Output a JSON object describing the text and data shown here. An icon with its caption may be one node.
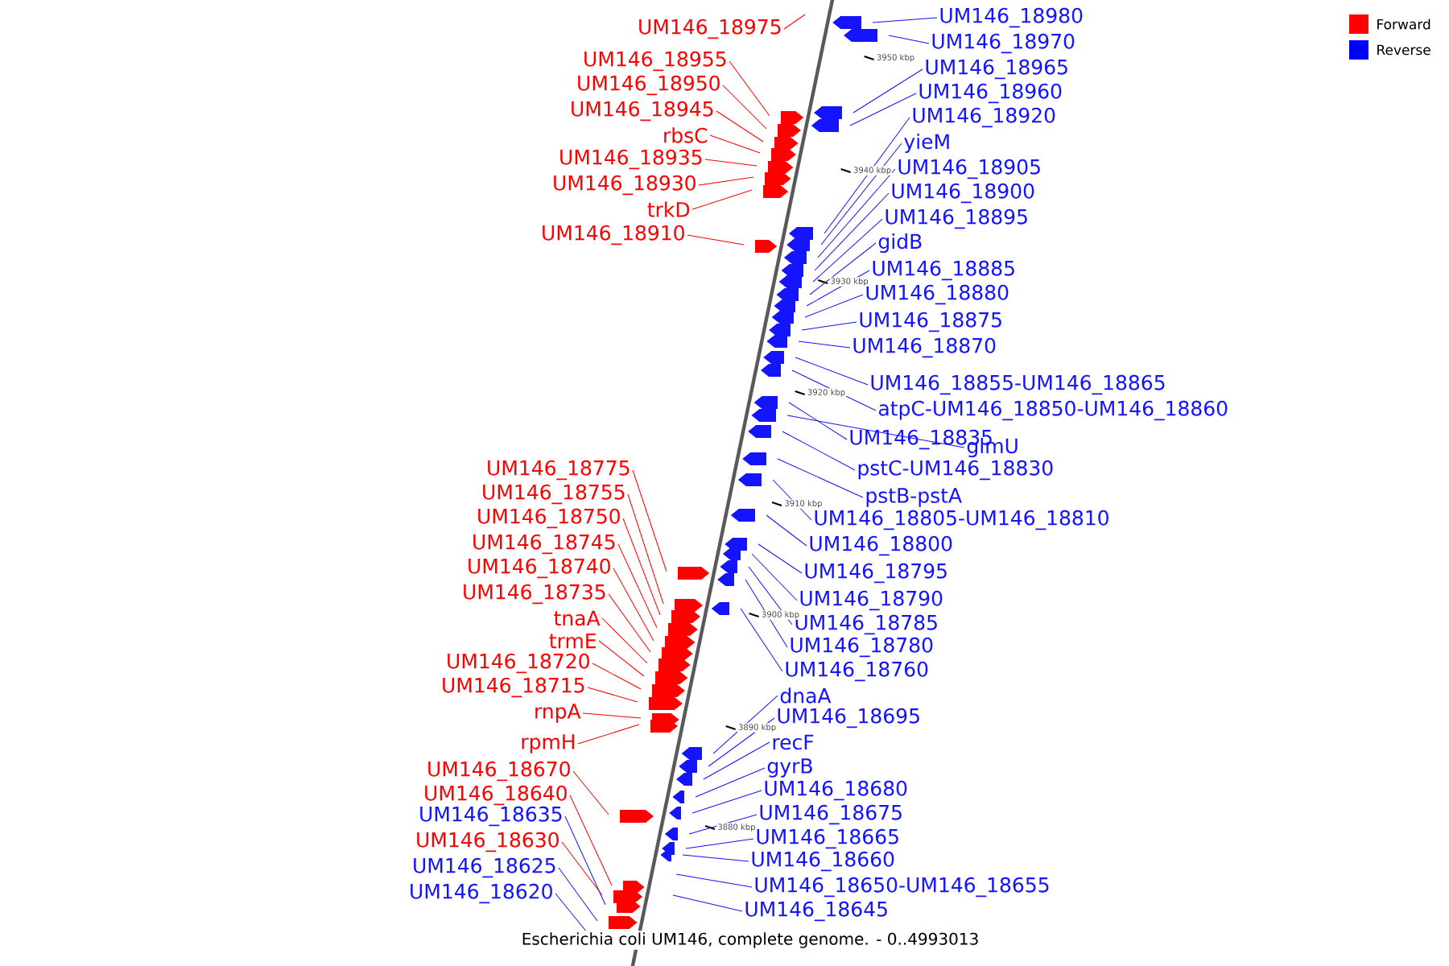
{
  "diagram": {
    "caption": "Escherichia coli UM146, complete genome. - 0..4993013",
    "nodes": [
      {
        "text": [
          "UM146_18975"
        ]
      },
      {
        "text": [
          "UM146_18955"
        ]
      },
      {
        "text": [
          "UM146_18950"
        ]
      },
      {
        "text": [
          "UM146_18945"
        ]
      },
      {
        "text": [
          "rbsC"
        ]
      },
      {
        "text": [
          "UM146_18935"
        ]
      },
      {
        "text": [
          "UM146_18930"
        ]
      },
      {
        "text": [
          "trkD"
        ]
      },
      {
        "text": [
          "UM146_18910"
        ]
      },
      {
        "text": [
          "UM146_18775"
        ]
      },
      {
        "text": [
          "UM146_18755"
        ]
      },
      {
        "text": [
          "UM146_18750"
        ]
      },
      {
        "text": [
          "UM146_18745"
        ]
      },
      {
        "text": [
          "UM146_18740"
        ]
      },
      {
        "text": [
          "UM146_18735"
        ]
      },
      {
        "text": [
          "tnaA"
        ]
      },
      {
        "text": [
          "trmE"
        ]
      },
      {
        "text": [
          "UM146_18720"
        ]
      },
      {
        "text": [
          "UM146_18715"
        ]
      },
      {
        "text": [
          "rnpA"
        ]
      },
      {
        "text": [
          "rpmH"
        ]
      },
      {
        "text": [
          "UM146_18670"
        ]
      },
      {
        "text": [
          "UM146_18640"
        ]
      },
      {
        "text": [
          "UM146_18635"
        ]
      },
      {
        "text": [
          "UM146_18630"
        ]
      },
      {
        "text": [
          "UM146_18625"
        ]
      },
      {
        "text": [
          "UM146_18620"
        ]
      },
      {
        "text": [
          "UM146_18980"
        ]
      },
      {
        "text": [
          "UM146_18970"
        ]
      },
      {
        "text": [
          "UM146_18965"
        ]
      },
      {
        "text": [
          "UM146_18960"
        ]
      },
      {
        "text": [
          "UM146_18920"
        ]
      },
      {
        "text": [
          "yieM"
        ]
      },
      {
        "text": [
          "UM146_18905"
        ]
      },
      {
        "text": [
          "UM146_18900"
        ]
      },
      {
        "text": [
          "UM146_18895"
        ]
      },
      {
        "text": [
          "gidB"
        ]
      },
      {
        "text": [
          "UM146_18885"
        ]
      },
      {
        "text": [
          "UM146_18880"
        ]
      },
      {
        "text": [
          "UM146_18875"
        ]
      },
      {
        "text": [
          "UM146_18870"
        ]
      },
      {
        "text": [
          "UM146_18855-UM146_18865"
        ]
      },
      {
        "text": [
          "atpC-UM146_18850-UM146_18860"
        ]
      },
      {
        "text": [
          "UM146_18835"
        ]
      },
      {
        "text": [
          "glmU"
        ]
      },
      {
        "text": [
          "pstC-UM146_18830"
        ]
      },
      {
        "text": [
          "pstB-pstA"
        ]
      },
      {
        "text": [
          "UM146_18805-UM146_18810"
        ]
      },
      {
        "text": [
          "UM146_18800"
        ]
      },
      {
        "text": [
          "UM146_18795"
        ]
      },
      {
        "text": [
          "UM146_18790"
        ]
      },
      {
        "text": [
          "UM146_18785"
        ]
      },
      {
        "text": [
          "UM146_18780"
        ]
      },
      {
        "text": [
          "UM146_18760"
        ]
      },
      {
        "text": [
          "dnaA"
        ]
      },
      {
        "text": [
          "UM146_18695"
        ]
      },
      {
        "text": [
          "recF"
        ]
      },
      {
        "text": [
          "gyrB"
        ]
      },
      {
        "text": [
          "UM146_18680"
        ]
      },
      {
        "text": [
          "UM146_18675"
        ]
      },
      {
        "text": [
          "UM146_18665"
        ]
      },
      {
        "text": [
          "UM146_18660"
        ]
      },
      {
        "text": [
          "UM146_18650-UM146_18655"
        ]
      },
      {
        "text": [
          "UM146_18645"
        ]
      }
    ],
    "edges": [
      {
        "from": 0,
        "to": null,
        "arrow": "none",
        "color": "#ff0000"
      },
      {
        "from": 1,
        "to": null,
        "arrow": "none",
        "color": "#ff0000"
      },
      {
        "from": 2,
        "to": null,
        "arrow": "none",
        "color": "#ff0000"
      },
      {
        "from": 3,
        "to": null,
        "arrow": "none",
        "color": "#ff0000"
      },
      {
        "from": 4,
        "to": null,
        "arrow": "none",
        "color": "#ff0000"
      },
      {
        "from": 5,
        "to": null,
        "arrow": "none",
        "color": "#ff0000"
      },
      {
        "from": 6,
        "to": null,
        "arrow": "none",
        "color": "#ff0000"
      },
      {
        "from": 7,
        "to": null,
        "arrow": "none",
        "color": "#ff0000"
      },
      {
        "from": 8,
        "to": null,
        "arrow": "none",
        "color": "#ff0000"
      },
      {
        "from": 9,
        "to": null,
        "arrow": "none",
        "color": "#ff0000"
      },
      {
        "from": 10,
        "to": null,
        "arrow": "none",
        "color": "#ff0000"
      },
      {
        "from": 11,
        "to": null,
        "arrow": "none",
        "color": "#ff0000"
      },
      {
        "from": 12,
        "to": null,
        "arrow": "none",
        "color": "#ff0000"
      },
      {
        "from": 13,
        "to": null,
        "arrow": "none",
        "color": "#ff0000"
      },
      {
        "from": 14,
        "to": null,
        "arrow": "none",
        "color": "#ff0000"
      },
      {
        "from": 15,
        "to": null,
        "arrow": "none",
        "color": "#ff0000"
      },
      {
        "from": 16,
        "to": null,
        "arrow": "none",
        "color": "#ff0000"
      },
      {
        "from": 17,
        "to": null,
        "arrow": "none",
        "color": "#ff0000"
      },
      {
        "from": 18,
        "to": null,
        "arrow": "none",
        "color": "#ff0000"
      },
      {
        "from": 19,
        "to": null,
        "arrow": "none",
        "color": "#ff0000"
      },
      {
        "from": 20,
        "to": null,
        "arrow": "none",
        "color": "#ff0000"
      },
      {
        "from": 21,
        "to": null,
        "arrow": "none",
        "color": "#ff0000"
      },
      {
        "from": 22,
        "to": null,
        "arrow": "none",
        "color": "#ff0000"
      },
      {
        "from": 23,
        "to": null,
        "arrow": "none"
      },
      {
        "from": 24,
        "to": null,
        "arrow": "none",
        "color": "#ff0000"
      },
      {
        "from": 25,
        "to": null,
        "arrow": "none"
      },
      {
        "from": 26,
        "to": null,
        "arrow": "none"
      },
      {
        "from": 27,
        "to": null,
        "arrow": "none"
      },
      {
        "from": 28,
        "to": null,
        "arrow": "none"
      },
      {
        "from": 29,
        "to": null,
        "arrow": "none"
      },
      {
        "from": 30,
        "to": null,
        "arrow": "none"
      },
      {
        "from": 31,
        "to": null,
        "arrow": "none"
      },
      {
        "from": 32,
        "to": null,
        "arrow": "none"
      },
      {
        "from": 33,
        "to": null,
        "arrow": "none"
      },
      {
        "from": 34,
        "to": null,
        "arrow": "none"
      },
      {
        "from": 35,
        "to": null,
        "arrow": "none"
      },
      {
        "from": 36,
        "to": null,
        "arrow": "none"
      },
      {
        "from": 37,
        "to": null,
        "arrow": "none"
      },
      {
        "from": 38,
        "to": null,
        "arrow": "none"
      },
      {
        "from": 39,
        "to": null,
        "arrow": "none"
      },
      {
        "from": 40,
        "to": null,
        "arrow": "none"
      },
      {
        "from": 41,
        "to": null,
        "arrow": "none"
      },
      {
        "from": 42,
        "to": null,
        "arrow": "none"
      },
      {
        "from": 43,
        "to": null,
        "arrow": "none"
      },
      {
        "from": 44,
        "to": null,
        "arrow": "none"
      },
      {
        "from": 45,
        "to": null,
        "arrow": "none"
      },
      {
        "from": 46,
        "to": null,
        "arrow": "none"
      },
      {
        "from": 47,
        "to": null,
        "arrow": "none"
      },
      {
        "from": 48,
        "to": null,
        "arrow": "none"
      },
      {
        "from": 49,
        "to": null,
        "arrow": "none"
      },
      {
        "from": 50,
        "to": null,
        "arrow": "none"
      },
      {
        "from": 51,
        "to": null,
        "arrow": "none"
      },
      {
        "from": 52,
        "to": null,
        "arrow": "none"
      },
      {
        "from": 53,
        "to": null,
        "arrow": "none"
      },
      {
        "from": 54,
        "to": null,
        "arrow": "none"
      },
      {
        "from": 55,
        "to": null,
        "arrow": "none"
      },
      {
        "from": 56,
        "to": null,
        "arrow": "none"
      },
      {
        "from": 57,
        "to": null,
        "arrow": "none"
      },
      {
        "from": 58,
        "to": null,
        "arrow": "none"
      },
      {
        "from": 59,
        "to": null,
        "arrow": "none"
      },
      {
        "from": 60,
        "to": null,
        "arrow": "none"
      },
      {
        "from": 61,
        "to": null,
        "arrow": "none"
      },
      {
        "from": 62,
        "to": null,
        "arrow": "none"
      },
      {
        "from": 63,
        "to": null,
        "arrow": "none"
      }
    ],
    "labels": [
      "3950 kbp",
      "3940 kbp",
      "3930 kbp",
      "3920 kbp",
      "3910 kbp",
      "3900 kbp",
      "3890 kbp",
      "3880 kbp"
    ],
    "legend": [
      {
        "text": "Forward",
        "color": "#ff0000"
      },
      {
        "text": "Reverse",
        "color": "#0000ff"
      }
    ]
  }
}
